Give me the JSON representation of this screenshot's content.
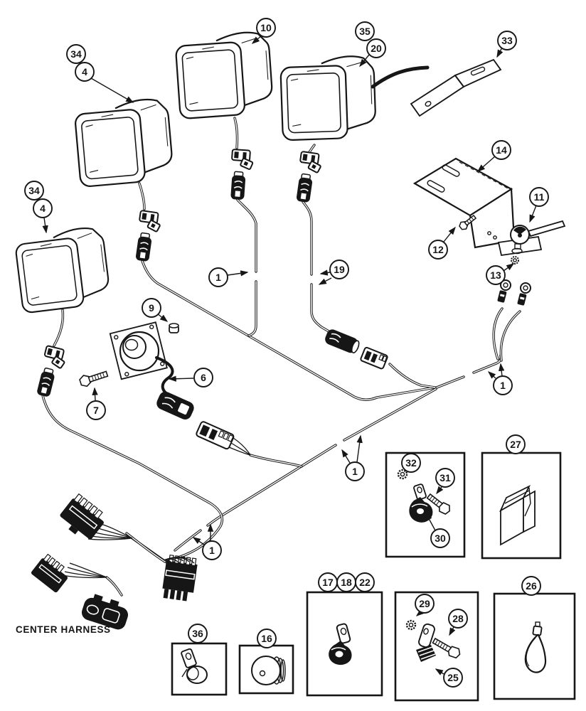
{
  "diagram": {
    "caption": "CENTER HARNESS",
    "background_color": "#ffffff",
    "line_color": "#161616",
    "balloons": [
      {
        "label": "34"
      },
      {
        "label": "4"
      },
      {
        "label": "10"
      },
      {
        "label": "35"
      },
      {
        "label": "20"
      },
      {
        "label": "33"
      },
      {
        "label": "14"
      },
      {
        "label": "11"
      },
      {
        "label": "12"
      },
      {
        "label": "13"
      },
      {
        "label": "34"
      },
      {
        "label": "4"
      },
      {
        "label": "1"
      },
      {
        "label": "19"
      },
      {
        "label": "9"
      },
      {
        "label": "6"
      },
      {
        "label": "7"
      },
      {
        "label": "1"
      },
      {
        "label": "1"
      },
      {
        "label": "1"
      },
      {
        "label": "32"
      },
      {
        "label": "31"
      },
      {
        "label": "30"
      },
      {
        "label": "27"
      },
      {
        "label": "17"
      },
      {
        "label": "18"
      },
      {
        "label": "22"
      },
      {
        "label": "29"
      },
      {
        "label": "28"
      },
      {
        "label": "25"
      },
      {
        "label": "26"
      },
      {
        "label": "36"
      },
      {
        "label": "16"
      }
    ]
  }
}
